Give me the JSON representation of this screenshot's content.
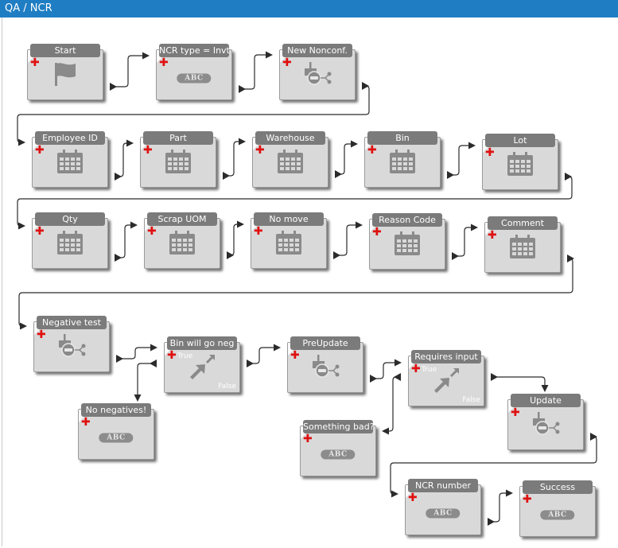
{
  "window": {
    "title": "QA / NCR"
  },
  "nodes": [
    {
      "id": "start",
      "label": "Start",
      "icon": "flag-icon"
    },
    {
      "id": "ncr_type",
      "label": "NCR type = Invty",
      "icon": "abc-icon",
      "icon_text": "ABC"
    },
    {
      "id": "new_nonconf",
      "label": "New Nonconf.",
      "icon": "method-icon"
    },
    {
      "id": "employee_id",
      "label": "Employee ID",
      "icon": "calendar-icon"
    },
    {
      "id": "part",
      "label": "Part",
      "icon": "calendar-icon"
    },
    {
      "id": "warehouse",
      "label": "Warehouse",
      "icon": "calendar-icon"
    },
    {
      "id": "bin",
      "label": "Bin",
      "icon": "calendar-icon"
    },
    {
      "id": "lot",
      "label": "Lot",
      "icon": "calendar-icon"
    },
    {
      "id": "qty",
      "label": "Qty",
      "icon": "calendar-icon"
    },
    {
      "id": "scrap_uom",
      "label": "Scrap UOM",
      "icon": "calendar-icon"
    },
    {
      "id": "no_move",
      "label": "No move",
      "icon": "calendar-icon"
    },
    {
      "id": "reason_code",
      "label": "Reason Code",
      "icon": "calendar-icon"
    },
    {
      "id": "comment",
      "label": "Comment",
      "icon": "calendar-icon"
    },
    {
      "id": "negative_test",
      "label": "Negative test",
      "icon": "method-icon"
    },
    {
      "id": "bin_will_go_neg",
      "label": "Bin will go neg",
      "icon": "decision-icon",
      "true_label": "True",
      "false_label": "False"
    },
    {
      "id": "no_negatives",
      "label": "No negatives!",
      "icon": "abc-icon",
      "icon_text": "ABC"
    },
    {
      "id": "preupdate",
      "label": "PreUpdate",
      "icon": "method-icon"
    },
    {
      "id": "requires_input",
      "label": "Requires input",
      "icon": "decision-icon",
      "true_label": "True",
      "false_label": "False"
    },
    {
      "id": "something_bad",
      "label": "Something bad?",
      "icon": "abc-icon",
      "icon_text": "ABC"
    },
    {
      "id": "update",
      "label": "Update",
      "icon": "method-icon"
    },
    {
      "id": "ncr_number",
      "label": "NCR number",
      "icon": "abc-icon",
      "icon_text": "ABC"
    },
    {
      "id": "success",
      "label": "Success",
      "icon": "abc-icon",
      "icon_text": "ABC"
    }
  ],
  "connections": [
    [
      "start",
      "ncr_type"
    ],
    [
      "ncr_type",
      "new_nonconf"
    ],
    [
      "new_nonconf",
      "employee_id"
    ],
    [
      "employee_id",
      "part"
    ],
    [
      "part",
      "warehouse"
    ],
    [
      "warehouse",
      "bin"
    ],
    [
      "bin",
      "lot"
    ],
    [
      "lot",
      "qty"
    ],
    [
      "qty",
      "scrap_uom"
    ],
    [
      "scrap_uom",
      "no_move"
    ],
    [
      "no_move",
      "reason_code"
    ],
    [
      "reason_code",
      "comment"
    ],
    [
      "comment",
      "negative_test"
    ],
    [
      "negative_test",
      "bin_will_go_neg"
    ],
    [
      "bin_will_go_neg",
      "no_negatives"
    ],
    [
      "bin_will_go_neg",
      "preupdate"
    ],
    [
      "preupdate",
      "requires_input"
    ],
    [
      "requires_input",
      "something_bad"
    ],
    [
      "requires_input",
      "update"
    ],
    [
      "update",
      "ncr_number"
    ],
    [
      "ncr_number",
      "success"
    ]
  ],
  "colors": {
    "titlebar": "#1f7dc3",
    "node_body": "#d9d9d9",
    "node_header": "#7b7b7b",
    "add_mark": "#e01010"
  }
}
